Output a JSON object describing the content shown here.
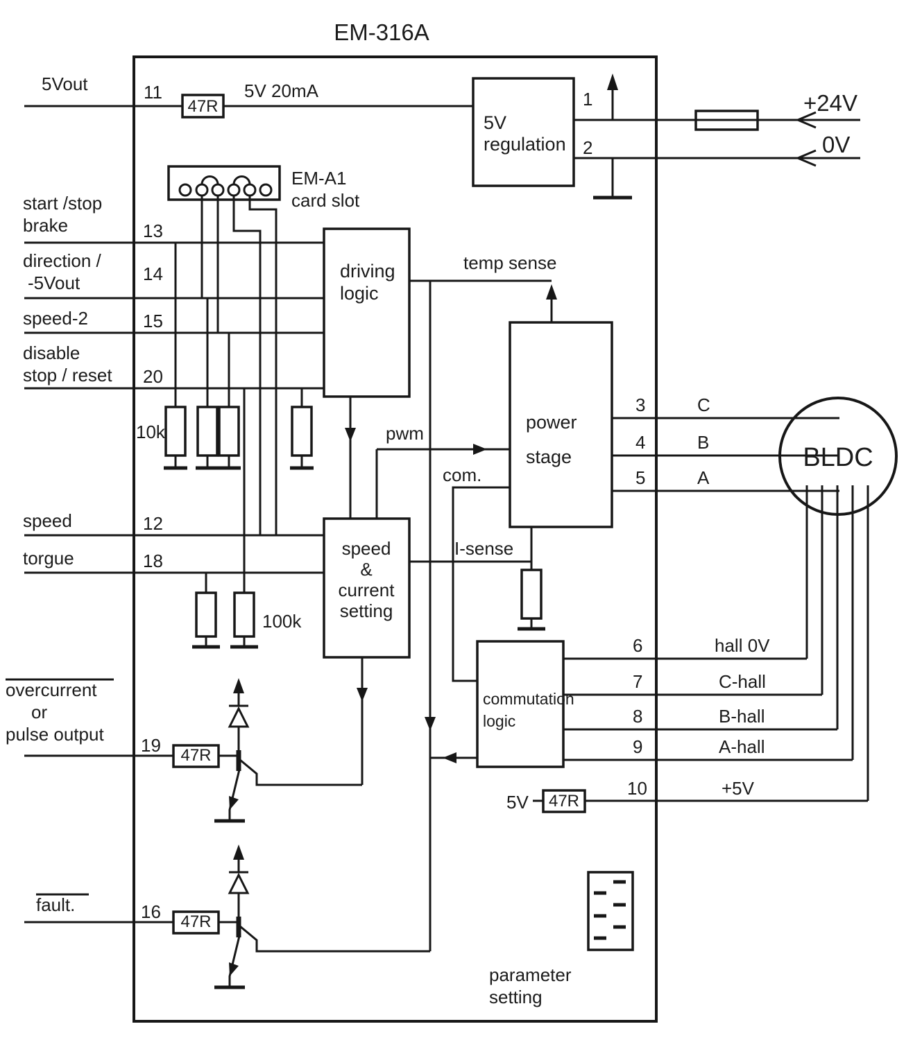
{
  "colors": {
    "line": "#171717",
    "text": "#1b1b1b",
    "background": "#ffffff"
  },
  "labels": {
    "title": "EM-316A",
    "vout5": "5Vout",
    "pin11": "11",
    "r47": "47R",
    "rating5v": "5V  20mA",
    "reg_line1": "5V",
    "reg_line2": "regulation",
    "pin1": "1",
    "pin2": "2",
    "v24": "+24V",
    "v0": "0V",
    "em_a1": "EM-A1",
    "card_slot": "card slot",
    "start_stop": "start /stop",
    "brake": "brake",
    "pin13": "13",
    "direction": "direction /",
    "neg5vout": "-5Vout",
    "pin14": "14",
    "speed2": "speed-2",
    "pin15": "15",
    "disable": "disable",
    "stop_reset": "stop / reset",
    "pin20": "20",
    "r10k": "10k",
    "driving_line1": "driving",
    "driving_line2": "logic",
    "temp_sense": "temp sense",
    "pwm": "pwm",
    "com": "com.",
    "power_line1": "power",
    "power_line2": "stage",
    "pin3": "3",
    "pin4": "4",
    "pin5": "5",
    "phaseC": "C",
    "phaseB": "B",
    "phaseA": "A",
    "bldc": "BLDC",
    "speed": "speed",
    "pin12": "12",
    "torque": "torgue",
    "pin18": "18",
    "r100k": "100k",
    "sc_line1": "speed",
    "sc_line2": "&",
    "sc_line3": "current",
    "sc_line4": "setting",
    "isense": "I-sense",
    "comm_line1": "commutation",
    "comm_line2": "logic",
    "pin6": "6",
    "hall0v": "hall 0V",
    "pin7": "7",
    "c_hall": "C-hall",
    "pin8": "8",
    "b_hall": "B-hall",
    "pin9": "9",
    "a_hall": "A-hall",
    "pin10": "10",
    "plus5v": "+5V",
    "v5": "5V",
    "overcurrent": "overcurrent",
    "or": "or",
    "pulse_output": "pulse output",
    "pin19": "19",
    "fault": "fault.",
    "pin16": "16",
    "param_line1": "parameter",
    "param_line2": "setting"
  }
}
